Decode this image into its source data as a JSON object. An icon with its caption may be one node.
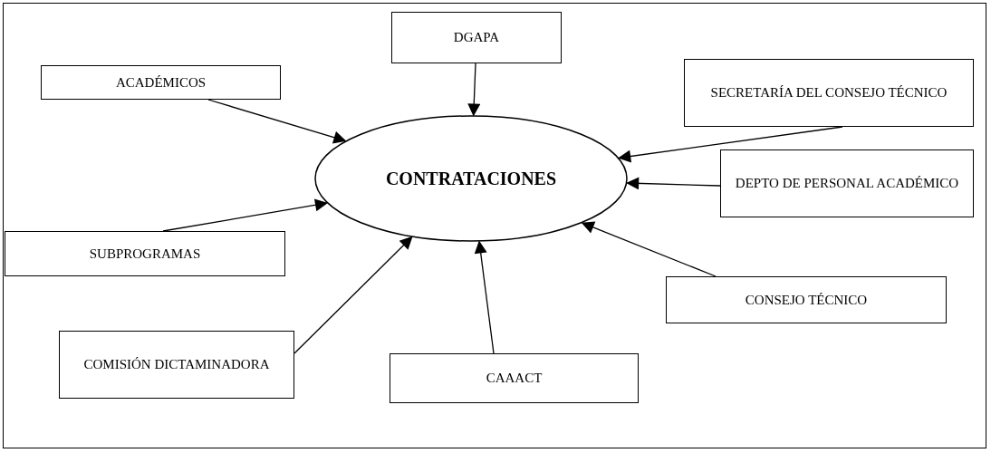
{
  "diagram": {
    "nodes": [
      {
        "text": [
          "CONTRATACIONES"
        ]
      },
      {
        "text": [
          "DGAPA"
        ]
      },
      {
        "text": [
          "SECRETARÍA DEL CONSEJO TÉCNICO"
        ]
      },
      {
        "text": [
          "ACADÉMICOS"
        ]
      },
      {
        "text": [
          "DEPTO DE PERSONAL ACADÉMICO"
        ]
      },
      {
        "text": [
          "SUBPROGRAMAS"
        ]
      },
      {
        "text": [
          "CONSEJO TÉCNICO"
        ]
      },
      {
        "text": [
          "COMISIÓN DICTAMINADORA"
        ]
      },
      {
        "text": [
          "CAAACT"
        ]
      }
    ],
    "edges": [
      {
        "from": 1,
        "to": 0,
        "arrow": "to"
      },
      {
        "from": 3,
        "to": 0,
        "arrow": "to"
      },
      {
        "from": 2,
        "to": 0,
        "arrow": "to"
      },
      {
        "from": 4,
        "to": 0,
        "arrow": "to"
      },
      {
        "from": 5,
        "to": 0,
        "arrow": "to"
      },
      {
        "from": 6,
        "to": 0,
        "arrow": "to"
      },
      {
        "from": 7,
        "to": 0,
        "arrow": "to"
      },
      {
        "from": 8,
        "to": 0,
        "arrow": "to"
      }
    ]
  }
}
